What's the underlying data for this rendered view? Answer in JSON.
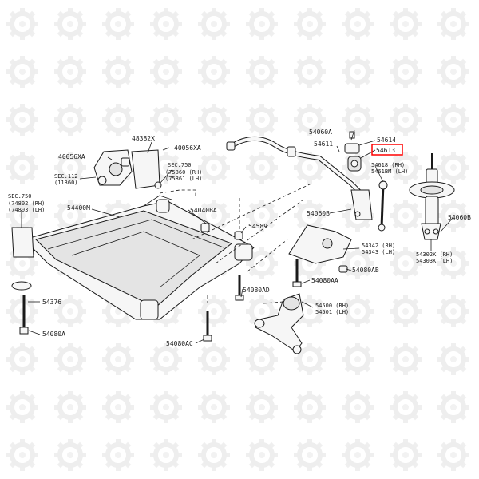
{
  "highlight_color": "#ff0000",
  "watermark_icon": "gear-wrench-icon",
  "labels": {
    "p54060A": "54060A",
    "p54614": "54614",
    "p54613": "54613",
    "p54611": "54611",
    "p54618": "54618 (RH)",
    "p5461BM": "5461BM (LH)",
    "p48382X": "48382X",
    "p40056XA_left": "40056XA",
    "p40056XA_right": "40056XA",
    "sec112_a": "SEC.112",
    "sec112_b": "(11360)",
    "sec750r_a": "SEC.750",
    "sec750r_b": "(75860 (RH)",
    "sec750r_c": "(75861 (LH)",
    "sec750l_a": "SEC.750",
    "sec750l_b": "(74802 (RH)",
    "sec750l_c": "(74803 (LH)",
    "p54400M": "54400M",
    "p54040BA": "54040BA",
    "p54060B": "54060B",
    "p54060B_right": "54060B",
    "p54589": "54589",
    "p54342": "54342 (RH)",
    "p54343": "54343 (LH)",
    "p54080AB": "54080AB",
    "p54080AA": "54080AA",
    "p54080AD": "54080AD",
    "p54500": "54500 (RH)",
    "p54501": "54501 (LH)",
    "p54376": "54376",
    "p54080A": "54080A",
    "p54080AC": "54080AC",
    "p54302K": "54302K (RH)",
    "p54303K": "54303K (LH)"
  }
}
